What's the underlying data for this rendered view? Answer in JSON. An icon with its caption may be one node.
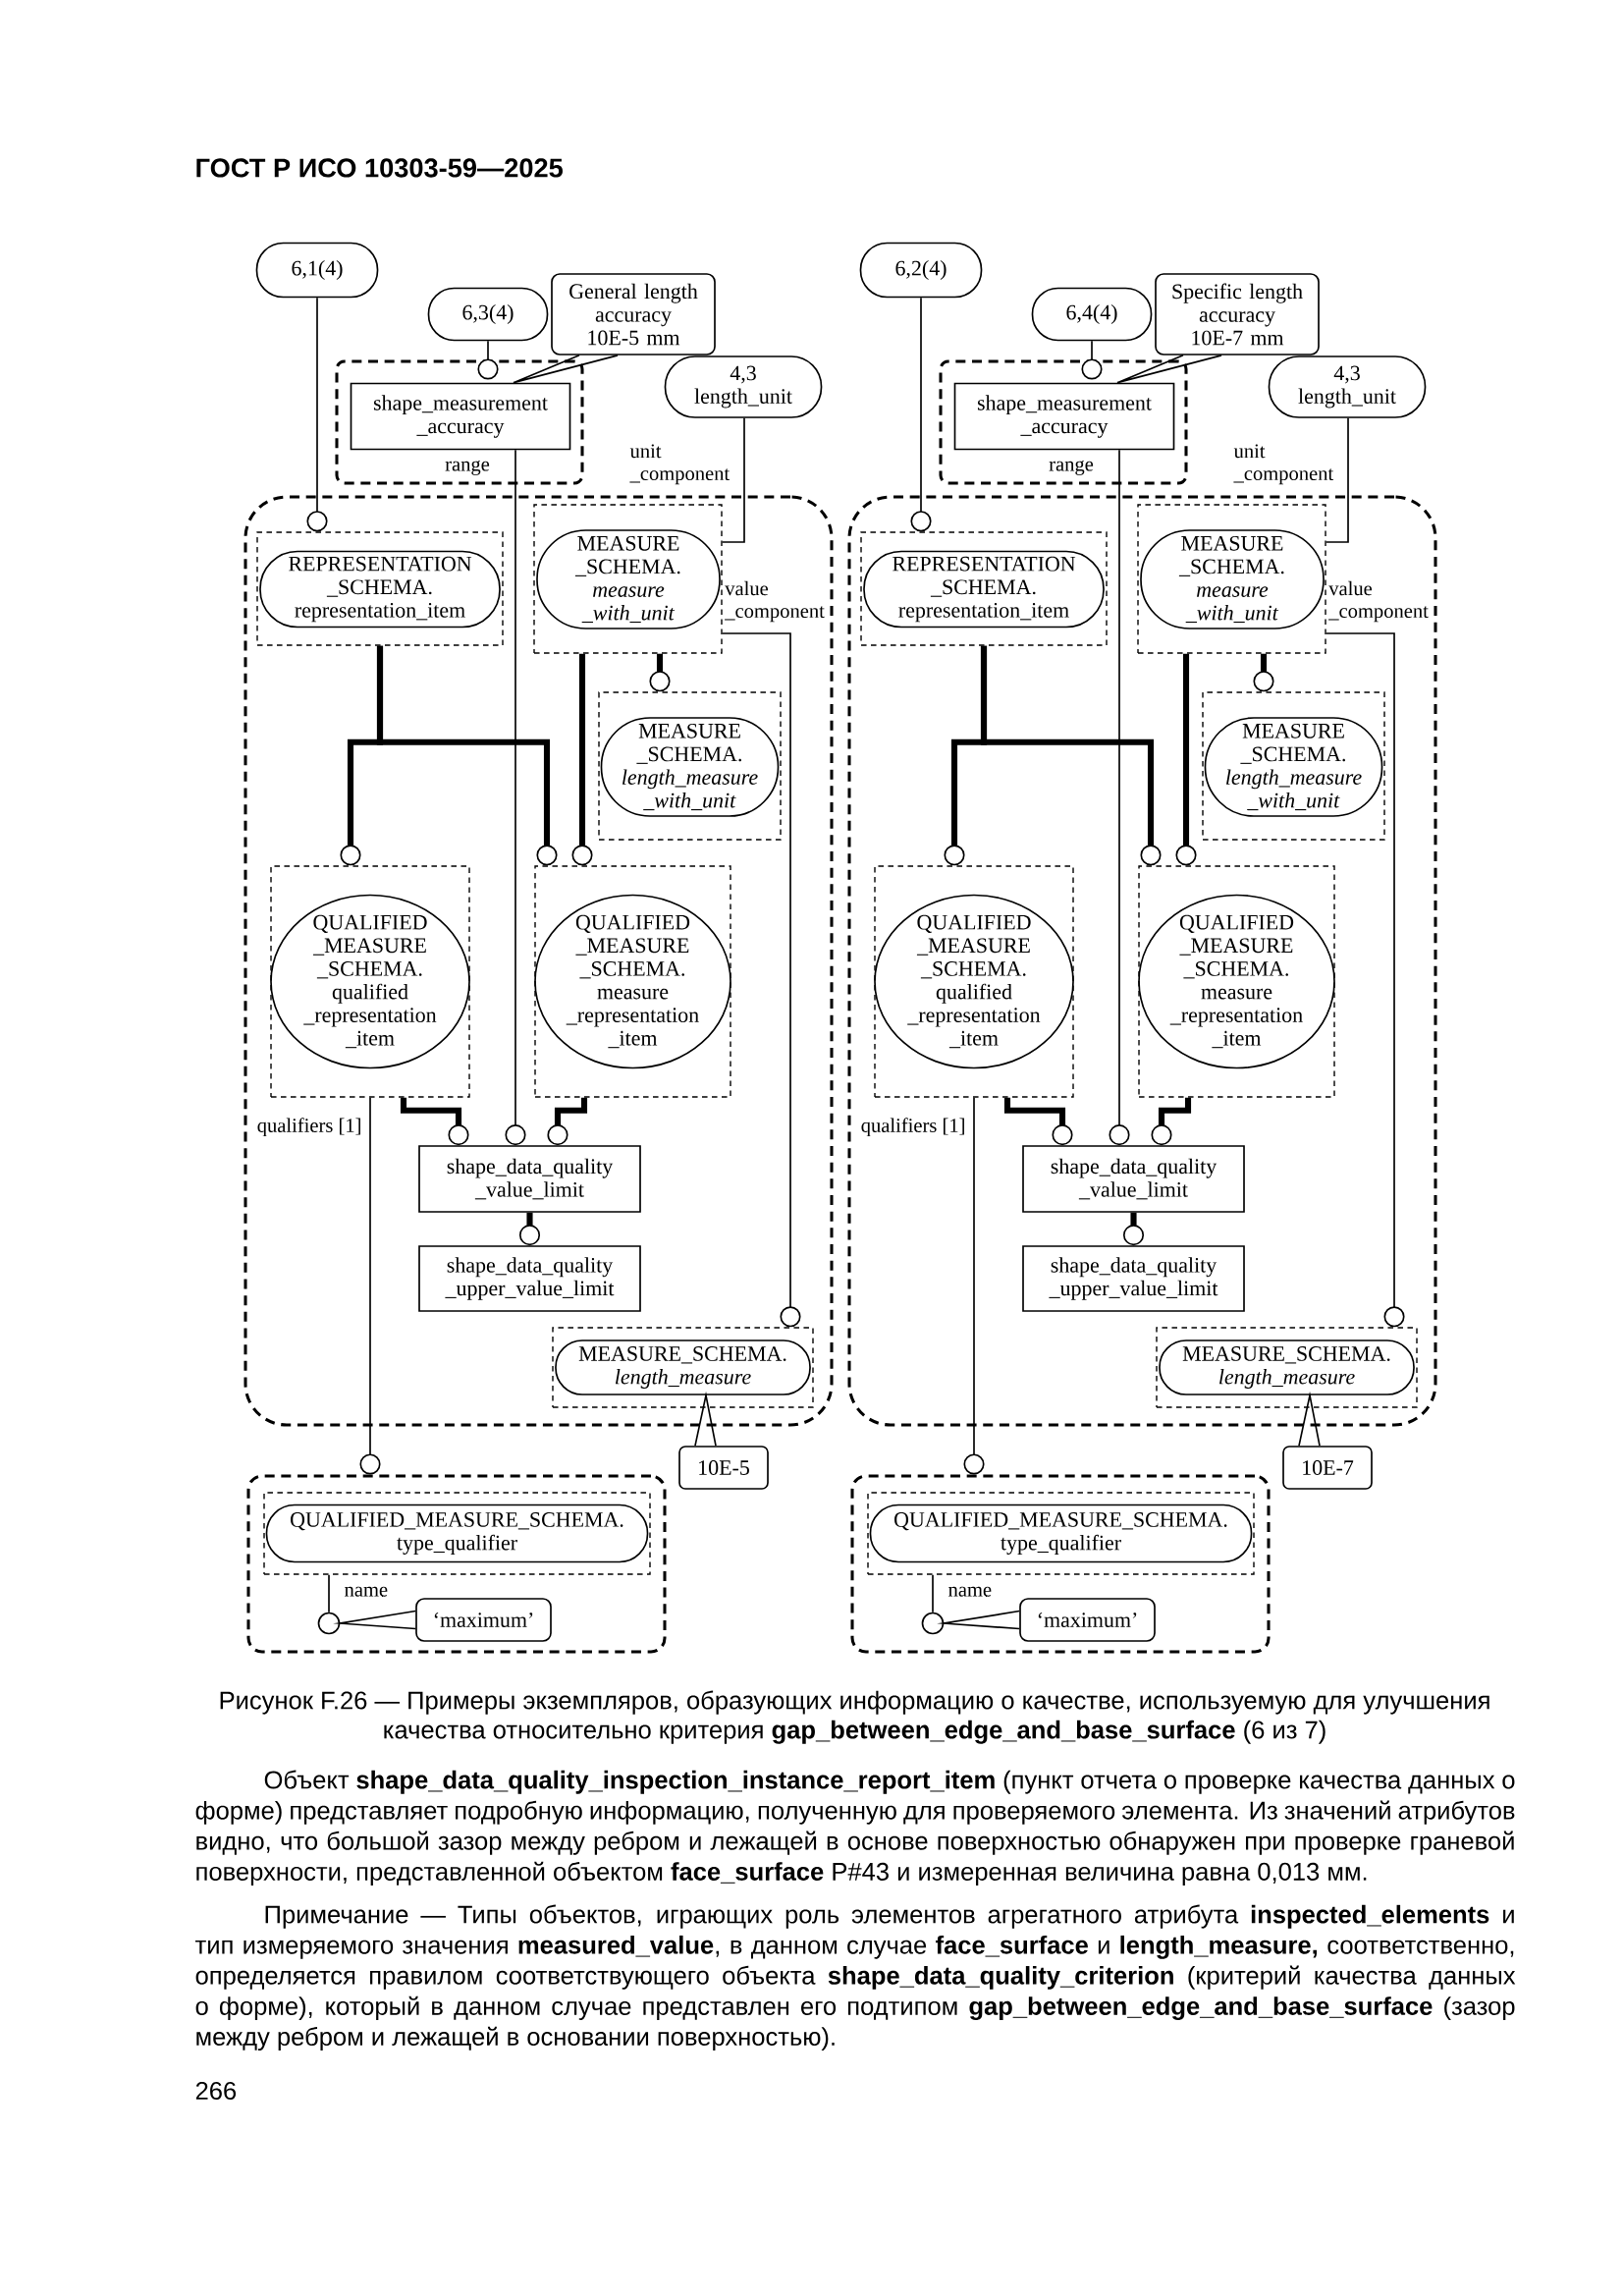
{
  "diagram": {
    "caption": "Рисунок F.26 — Примеры экземпляров, образующих информацию о качестве, используемую для улучшения качества относительно критерия **gap_between_edge_and_base_surface** (6 из 7)",
    "nodes": [
      {
        "text": [
          "6,1(4)"
        ]
      },
      {
        "text": [
          "6,3(4)"
        ]
      },
      {
        "text": [
          "General length accuracy 10E-5 mm"
        ]
      },
      {
        "text": [],
        "shape": "box"
      },
      {
        "text": [
          "shape_measurement _accuracy"
        ],
        "in": 3
      },
      {
        "text": [
          "4,3 length_unit"
        ]
      },
      {
        "text": [],
        "shape": "box"
      },
      {
        "text": [],
        "shape": "box",
        "in": 6
      },
      {
        "text": [
          "REPRESENTATION _SCHEMA. representation_item"
        ],
        "in": 7
      },
      {
        "text": [],
        "shape": "box",
        "in": 6
      },
      {
        "text": [
          "MEASURE _SCHEMA. *measure _with_unit*"
        ],
        "in": 9
      },
      {
        "text": [],
        "shape": "box",
        "in": 6
      },
      {
        "text": [
          "MEASURE _SCHEMA. *length_measure _with_unit*"
        ],
        "in": 11
      },
      {
        "text": [],
        "shape": "box",
        "in": 6
      },
      {
        "text": [
          "QUALIFIED _MEASURE _SCHEMA. qualified _representation _item"
        ],
        "in": 13
      },
      {
        "text": [],
        "shape": "box",
        "in": 6
      },
      {
        "text": [
          "QUALIFIED _MEASURE _SCHEMA. measure _representation _item"
        ],
        "in": 15
      },
      {
        "text": [
          "shape_data_quality _value_limit"
        ],
        "in": 6
      },
      {
        "text": [
          "shape_data_quality _upper_value_limit"
        ],
        "in": 6
      },
      {
        "text": [],
        "shape": "box",
        "in": 6
      },
      {
        "text": [
          "MEASURE_SCHEMA. *length_measure*"
        ],
        "in": 19
      },
      {
        "text": [
          "10E-5"
        ]
      },
      {
        "text": [],
        "shape": "box"
      },
      {
        "text": [],
        "shape": "box",
        "in": 22
      },
      {
        "text": [
          "QUALIFIED_MEASURE_SCHEMA. type_qualifier"
        ],
        "in": 23
      },
      {
        "text": [],
        "shape": "circle",
        "in": 22
      },
      {
        "text": [
          "‘maximum’"
        ],
        "in": 22
      },
      {
        "text": [
          "6,2(4)"
        ]
      },
      {
        "text": [
          "6,4(4)"
        ]
      },
      {
        "text": [
          "Specific length accuracy 10E-7 mm"
        ]
      },
      {
        "text": [],
        "shape": "box"
      },
      {
        "text": [
          "shape_measurement _accuracy"
        ],
        "in": 30
      },
      {
        "text": [
          "4,3 length_unit"
        ]
      },
      {
        "text": [],
        "shape": "box"
      },
      {
        "text": [],
        "shape": "box",
        "in": 33
      },
      {
        "text": [
          "REPRESENTATION _SCHEMA. representation_item"
        ],
        "in": 34
      },
      {
        "text": [],
        "shape": "box",
        "in": 33
      },
      {
        "text": [
          "MEASURE _SCHEMA. *measure _with_unit*"
        ],
        "in": 36
      },
      {
        "text": [],
        "shape": "box",
        "in": 33
      },
      {
        "text": [
          "MEASURE _SCHEMA. *length_measure _with_unit*"
        ],
        "in": 38
      },
      {
        "text": [],
        "shape": "box",
        "in": 33
      },
      {
        "text": [
          "QUALIFIED _MEASURE _SCHEMA. qualified _representation _item"
        ],
        "in": 40
      },
      {
        "text": [],
        "shape": "box",
        "in": 33
      },
      {
        "text": [
          "QUALIFIED _MEASURE _SCHEMA. measure _representation _item"
        ],
        "in": 42
      },
      {
        "text": [
          "shape_data_quality _value_limit"
        ],
        "in": 33
      },
      {
        "text": [
          "shape_data_quality _upper_value_limit"
        ],
        "in": 33
      },
      {
        "text": [],
        "shape": "box",
        "in": 33
      },
      {
        "text": [
          "MEASURE_SCHEMA. *length_measure*"
        ],
        "in": 46
      },
      {
        "text": [
          "10E-7"
        ]
      },
      {
        "text": [],
        "shape": "box"
      },
      {
        "text": [],
        "shape": "box",
        "in": 49
      },
      {
        "text": [
          "QUALIFIED_MEASURE_SCHEMA. type_qualifier"
        ],
        "in": 50
      },
      {
        "text": [],
        "shape": "circle",
        "in": 49
      },
      {
        "text": [
          "‘maximum’"
        ],
        "in": 49
      }
    ],
    "edges": [
      {
        "from": 0,
        "to": 7,
        "arrow": "other"
      },
      {
        "from": 1,
        "to": 3,
        "arrow": "other"
      },
      {
        "from": 2,
        "to": 4,
        "arrow": "none"
      },
      {
        "from": 4,
        "to": 17,
        "arrow": "other",
        "label": "range"
      },
      {
        "from": 5,
        "to": 9,
        "arrow": "none",
        "label": "unit _component"
      },
      {
        "from": 9,
        "to": 19,
        "arrow": "other",
        "label": "value _component"
      },
      {
        "from": 7,
        "to": 13,
        "arrow": "other",
        "style": "thick"
      },
      {
        "from": 7,
        "to": 15,
        "arrow": "other",
        "style": "thick"
      },
      {
        "from": 9,
        "to": 15,
        "arrow": "other",
        "style": "thick"
      },
      {
        "from": 9,
        "to": 11,
        "arrow": "other",
        "style": "thick"
      },
      {
        "from": 13,
        "to": 17,
        "arrow": "other",
        "style": "thick"
      },
      {
        "from": 15,
        "to": 17,
        "arrow": "other",
        "style": "thick"
      },
      {
        "from": 17,
        "to": 18,
        "arrow": "other",
        "style": "thick"
      },
      {
        "from": 13,
        "to": 22,
        "arrow": "other",
        "label": "qualifiers [1]"
      },
      {
        "from": 21,
        "to": 20,
        "arrow": "none"
      },
      {
        "from": 23,
        "to": 25,
        "arrow": "none",
        "label": "name"
      },
      {
        "from": 26,
        "to": 25,
        "arrow": "none"
      },
      {
        "from": 27,
        "to": 34,
        "arrow": "other"
      },
      {
        "from": 28,
        "to": 30,
        "arrow": "other"
      },
      {
        "from": 29,
        "to": 31,
        "arrow": "none"
      },
      {
        "from": 31,
        "to": 44,
        "arrow": "other",
        "label": "range"
      },
      {
        "from": 32,
        "to": 36,
        "arrow": "none",
        "label": "unit _component"
      },
      {
        "from": 36,
        "to": 46,
        "arrow": "other",
        "label": "value _component"
      },
      {
        "from": 34,
        "to": 40,
        "arrow": "other",
        "style": "thick"
      },
      {
        "from": 34,
        "to": 42,
        "arrow": "other",
        "style": "thick"
      },
      {
        "from": 36,
        "to": 42,
        "arrow": "other",
        "style": "thick"
      },
      {
        "from": 36,
        "to": 38,
        "arrow": "other",
        "style": "thick"
      },
      {
        "from": 40,
        "to": 44,
        "arrow": "other",
        "style": "thick"
      },
      {
        "from": 42,
        "to": 44,
        "arrow": "other",
        "style": "thick"
      },
      {
        "from": 44,
        "to": 45,
        "arrow": "other",
        "style": "thick"
      },
      {
        "from": 40,
        "to": 49,
        "arrow": "other",
        "label": "qualifiers [1]"
      },
      {
        "from": 48,
        "to": 47,
        "arrow": "none"
      },
      {
        "from": 50,
        "to": 52,
        "arrow": "none",
        "label": "name"
      },
      {
        "from": 53,
        "to": 52,
        "arrow": "none"
      }
    ],
    "labels": [
      "ГОСТ Р ИСО 10303-59—2025",
      "Объект **shape_data_quality_inspection_instance_report_item** (пункт отчета о проверке качества данных о форме) представляет подробную информацию, полученную для проверяемого элемента. Из значений атрибутов видно, что большой зазор между ребром и лежащей в основе поверхностью обнаружен при проверке граневой поверхности, представленной объектом **face_surface** P#43 и измеренная величина равна 0,013 мм.",
      "Примечание — Типы объектов, играющих роль элементов агрегатного атрибута **inspected_elements** и тип измеряемого значения **measured_value**, в данном случае **face_surface** и **length_measure,** соответственно, определяется правилом соответствующего объекта **shape_data_quality_criterion** (критерий качества данных о форме), который в данном случае представлен его подтипом **gap_between_edge_and_base_surface** (зазор между ребром и лежащей в основании поверхностью).",
      "266"
    ]
  }
}
